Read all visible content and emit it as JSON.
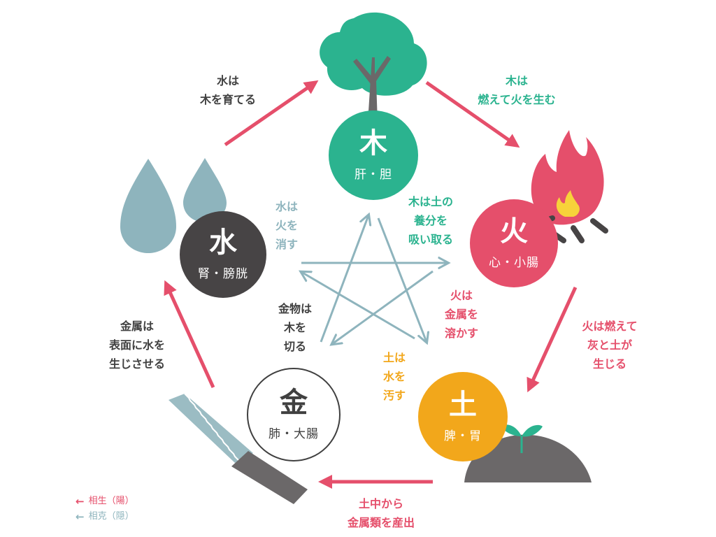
{
  "elements": {
    "wood": {
      "char": "木",
      "organs": "肝・胆"
    },
    "fire": {
      "char": "火",
      "organs": "心・小腸"
    },
    "earth": {
      "char": "土",
      "organs": "脾・胃"
    },
    "metal": {
      "char": "金",
      "organs": "肺・大腸"
    },
    "water": {
      "char": "水",
      "organs": "腎・膀胱"
    }
  },
  "generating": {
    "water_wood": [
      "水は",
      "木を育てる"
    ],
    "wood_fire": [
      "木は",
      "燃えて火を生む"
    ],
    "fire_earth": [
      "火は燃えて",
      "灰と土が",
      "生じる"
    ],
    "earth_metal": [
      "土中から",
      "金属類を産出"
    ],
    "metal_water": [
      "金属は",
      "表面に水を",
      "生じさせる"
    ]
  },
  "controlling": {
    "water_fire": [
      "水は",
      "火を",
      "消す"
    ],
    "wood_earth": [
      "木は土の",
      "養分を",
      "吸い取る"
    ],
    "fire_metal": [
      "火は",
      "金属を",
      "溶かす"
    ],
    "earth_water": [
      "土は",
      "水を",
      "汚す"
    ],
    "metal_wood": [
      "金物は",
      "木を",
      "切る"
    ]
  },
  "legend": {
    "generating": "相生（陽）",
    "controlling": "相克（隠）"
  },
  "colors": {
    "wood": "#2bb38f",
    "fire": "#e54f6b",
    "earth": "#f2a71b",
    "metal": "#404040",
    "water": "#474445",
    "generating_arrow": "#e54f6b",
    "controlling_arrow": "#8eb4bd",
    "tree_trunk": "#6b6869",
    "water_drop": "#8eb4bd",
    "saw_blade": "#9bbcc3"
  },
  "icons": [
    "tree-icon",
    "flame-icon",
    "soil-sprout-icon",
    "saw-icon",
    "water-drops-icon"
  ]
}
